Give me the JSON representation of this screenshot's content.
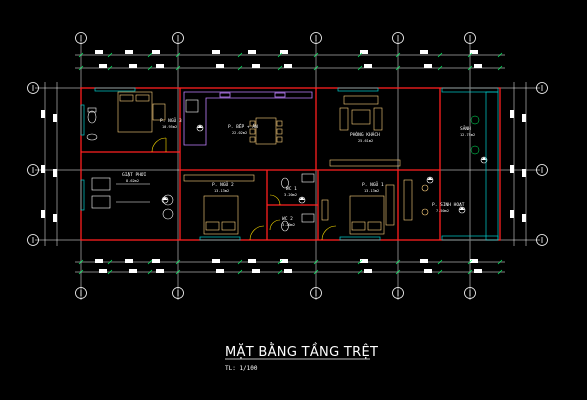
{
  "drawing": {
    "title": "MẶT BẰNG TẦNG TRỆT",
    "scale": "TL: 1/100"
  },
  "rooms": [
    {
      "id": "bed3",
      "name": "P. NGỦ 3",
      "area": "10.95m2"
    },
    {
      "id": "kitchen",
      "name": "P. BẾP + ĂN",
      "area": "22.02m2"
    },
    {
      "id": "living",
      "name": "PHÒNG KHÁCH",
      "area": "25.61m2"
    },
    {
      "id": "porch",
      "name": "SẢNH",
      "area": "12.75m2"
    },
    {
      "id": "laundry",
      "name": "GIẶT PHƠI",
      "area": "8.62m2"
    },
    {
      "id": "bed2",
      "name": "P. NGỦ 2",
      "area": "13.13m2"
    },
    {
      "id": "wc1",
      "name": "WC 1",
      "area": "3.20m2"
    },
    {
      "id": "wc2",
      "name": "WC 2",
      "area": "3.20m2"
    },
    {
      "id": "bed1",
      "name": "P. NGỦ 1",
      "area": "13.13m2"
    },
    {
      "id": "study",
      "name": "P. SINH HOẠT",
      "area": "7.50m2"
    }
  ],
  "colors": {
    "background": "#000000",
    "wall": "#ff2020",
    "axis": "#ffffff",
    "furniture": "#ffd27f",
    "door": "#ffe000",
    "glass": "#00d0d0",
    "fixture": "#c080ff",
    "dim": "#00ff66"
  },
  "icons": [
    "axis-bubble-icon",
    "section-marker-icon",
    "door-swing-icon",
    "bed-icon",
    "sofa-icon",
    "dining-table-icon",
    "toilet-icon",
    "washing-machine-icon"
  ]
}
